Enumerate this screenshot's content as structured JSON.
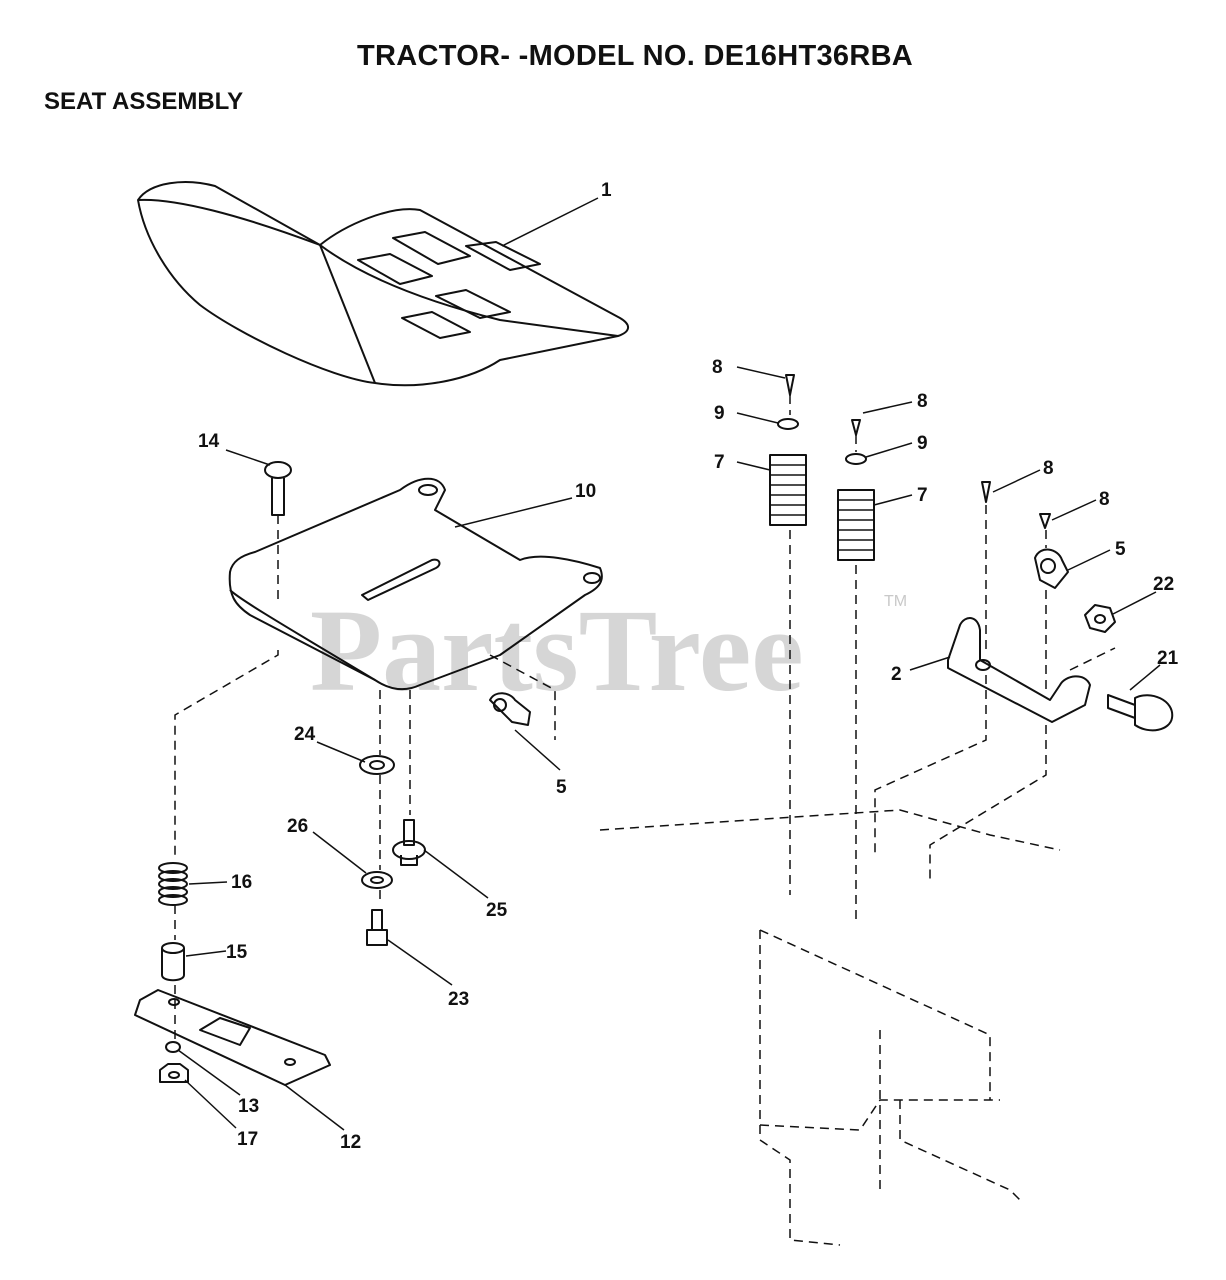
{
  "header": {
    "title": "TRACTOR- -MODEL NO. DE16HT36RBA",
    "subtitle": "SEAT ASSEMBLY"
  },
  "watermark": {
    "text": "PartsTree",
    "trademark": "TM"
  },
  "callouts": [
    {
      "key": "c1",
      "label": "1"
    },
    {
      "key": "c14",
      "label": "14"
    },
    {
      "key": "c10",
      "label": "10"
    },
    {
      "key": "c8a",
      "label": "8"
    },
    {
      "key": "c9a",
      "label": "9"
    },
    {
      "key": "c7a",
      "label": "7"
    },
    {
      "key": "c8b",
      "label": "8"
    },
    {
      "key": "c9b",
      "label": "9"
    },
    {
      "key": "c7b",
      "label": "7"
    },
    {
      "key": "c8c",
      "label": "8"
    },
    {
      "key": "c8d",
      "label": "8"
    },
    {
      "key": "c5a",
      "label": "5"
    },
    {
      "key": "c22",
      "label": "22"
    },
    {
      "key": "c2",
      "label": "2"
    },
    {
      "key": "c21",
      "label": "21"
    },
    {
      "key": "c5b",
      "label": "5"
    },
    {
      "key": "c24",
      "label": "24"
    },
    {
      "key": "c26",
      "label": "26"
    },
    {
      "key": "c25",
      "label": "25"
    },
    {
      "key": "c16",
      "label": "16"
    },
    {
      "key": "c15",
      "label": "15"
    },
    {
      "key": "c23",
      "label": "23"
    },
    {
      "key": "c13",
      "label": "13"
    },
    {
      "key": "c17",
      "label": "17"
    },
    {
      "key": "c12",
      "label": "12"
    }
  ]
}
